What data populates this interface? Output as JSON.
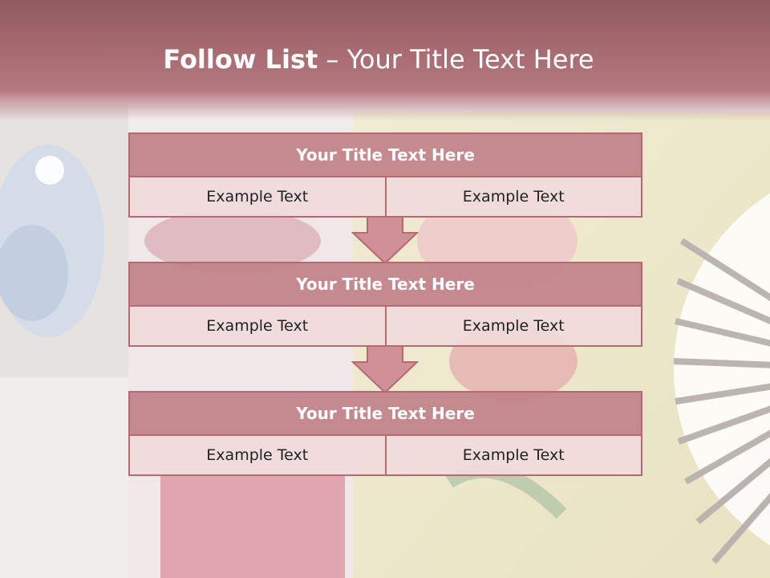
{
  "slide": {
    "title_strong": "Follow List",
    "title_light": " – Your Title Text Here"
  },
  "blocks": [
    {
      "title": "Your Title Text Here",
      "left": "Example Text",
      "right": "Example Text"
    },
    {
      "title": "Your Title Text Here",
      "left": "Example Text",
      "right": "Example Text"
    },
    {
      "title": "Your Title Text Here",
      "left": "Example Text",
      "right": "Example Text"
    }
  ],
  "colors": {
    "header": "#a86c72",
    "block_title_fill": "#c2828a",
    "cell_fill": "#f0dadc",
    "border": "#b76871"
  }
}
